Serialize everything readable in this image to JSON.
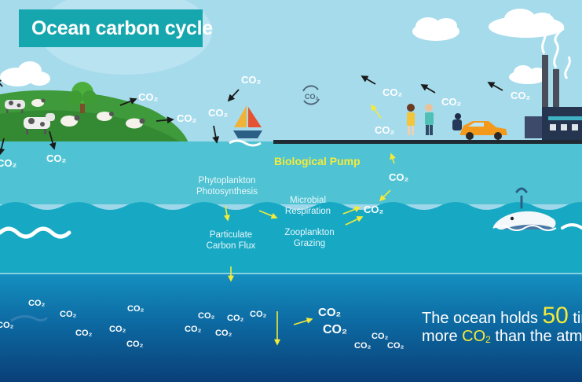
{
  "title": "Ocean carbon cycle",
  "labels": {
    "biological_pump": "Biological Pump",
    "phytoplankton_1": "Phytoplankton",
    "phytoplankton_2": "Photosynthesis",
    "microbial_1": "Microbial",
    "microbial_2": "Respiration",
    "zooplankton_1": "Zooplankton",
    "zooplankton_2": "Grazing",
    "particulate_1": "Particulate",
    "particulate_2": "Carbon Flux",
    "co2": "CO₂"
  },
  "fact": {
    "part1": "The ocean holds ",
    "number": "50",
    "part2": " times",
    "part3": "more ",
    "co2_main": "CO",
    "co2_sub": "2",
    "part4": " than the atmosp"
  },
  "colors": {
    "sky": "#9fd7ea",
    "surface_water": "#4fc3d3",
    "mid_water": "#12a6c2",
    "deep_water": "#0b5c8f",
    "title_bg": "#16a6ae",
    "highlight_yellow": "#f3ea3a",
    "land_green": "#3e9a3a"
  },
  "icons": [
    "cloud-icon",
    "tree-icon",
    "cow-icon",
    "sheep-icon",
    "sailboat-icon",
    "recycle-icon",
    "person-icon",
    "car-icon",
    "factory-icon",
    "whale-icon",
    "arrow-icon"
  ]
}
